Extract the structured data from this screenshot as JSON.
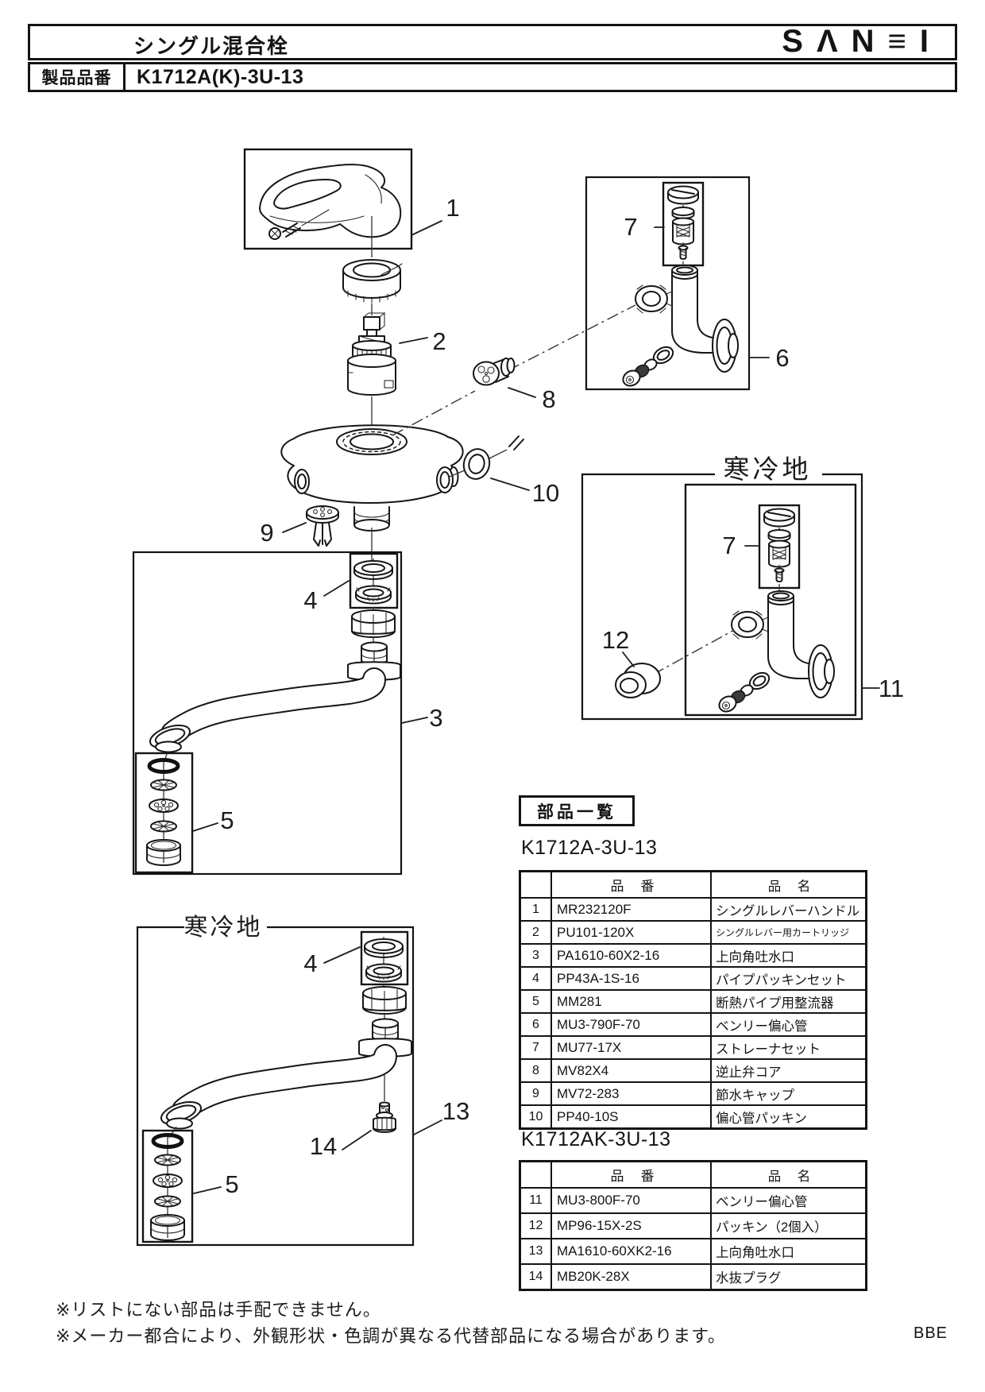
{
  "header": {
    "title": "シングル混合栓",
    "logo": "SΛN≡I",
    "brand": "SANEI"
  },
  "product": {
    "label": "製品品番",
    "number": "K1712A(K)-3U-13"
  },
  "diagram": {
    "cold_label": "寒冷地",
    "callouts": {
      "n1": "1",
      "n2": "2",
      "n3": "3",
      "n4": "4",
      "n5": "5",
      "n6": "6",
      "n7": "7",
      "n8": "8",
      "n9": "9",
      "n10": "10",
      "n11": "11",
      "n12": "12",
      "n13": "13",
      "n14": "14"
    }
  },
  "parts_list": {
    "section_title": "部品一覧",
    "tables": [
      {
        "model": "K1712A-3U-13",
        "headers": {
          "no": "",
          "number": "品　番",
          "name": "品　名"
        },
        "rows": [
          {
            "no": "1",
            "number": "MR232120F",
            "name": "シングルレバーハンドル"
          },
          {
            "no": "2",
            "number": "PU101-120X",
            "name": "シングルレバー用カートリッジ"
          },
          {
            "no": "3",
            "number": "PA1610-60X2-16",
            "name": "上向角吐水口"
          },
          {
            "no": "4",
            "number": "PP43A-1S-16",
            "name": "パイプパッキンセット"
          },
          {
            "no": "5",
            "number": "MM281",
            "name": "断熱パイプ用整流器"
          },
          {
            "no": "6",
            "number": "MU3-790F-70",
            "name": "ベンリー偏心管"
          },
          {
            "no": "7",
            "number": "MU77-17X",
            "name": "ストレーナセット"
          },
          {
            "no": "8",
            "number": "MV82X4",
            "name": "逆止弁コア"
          },
          {
            "no": "9",
            "number": "MV72-283",
            "name": "節水キャップ"
          },
          {
            "no": "10",
            "number": "PP40-10S",
            "name": "偏心管パッキン"
          }
        ]
      },
      {
        "model": "K1712AK-3U-13",
        "headers": {
          "no": "",
          "number": "品　番",
          "name": "品　名"
        },
        "rows": [
          {
            "no": "11",
            "number": "MU3-800F-70",
            "name": "ベンリー偏心管"
          },
          {
            "no": "12",
            "number": "MP96-15X-2S",
            "name": "パッキン（2個入）"
          },
          {
            "no": "13",
            "number": "MA1610-60XK2-16",
            "name": "上向角吐水口"
          },
          {
            "no": "14",
            "number": "MB20K-28X",
            "name": "水抜プラグ"
          }
        ]
      }
    ]
  },
  "footer": {
    "note1": "※リストにない部品は手配できません。",
    "note2": "※メーカー都合により、外観形状・色調が異なる代替部品になる場合があります。",
    "code": "BBE"
  }
}
